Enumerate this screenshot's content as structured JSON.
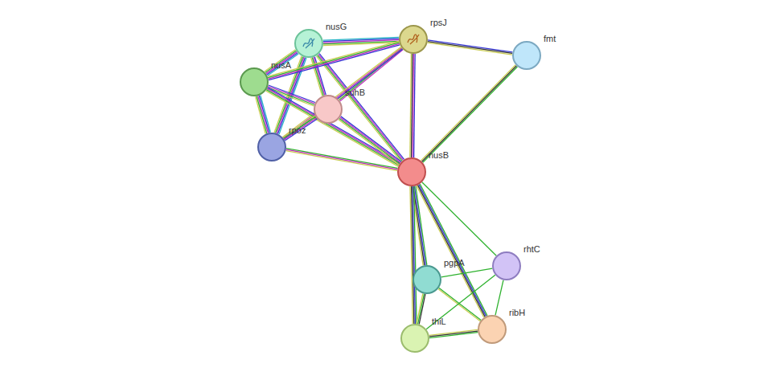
{
  "diagram": {
    "nodes": [
      {
        "text": [
          "nusG"
        ]
      },
      {
        "text": [
          "rpsJ"
        ]
      },
      {
        "text": [
          "fmt"
        ]
      },
      {
        "text": [
          "nusA"
        ]
      },
      {
        "text": [
          "suhB"
        ]
      },
      {
        "text": [
          "rpoz"
        ]
      },
      {
        "text": [
          "nusB"
        ]
      },
      {
        "text": [
          "rhtC"
        ]
      },
      {
        "text": [
          "pgpA"
        ]
      },
      {
        "text": [
          "ribH"
        ]
      },
      {
        "text": [
          "thiL"
        ]
      }
    ],
    "edges": [
      {
        "from": 0,
        "to": 1,
        "arrow": "none"
      },
      {
        "from": 0,
        "to": 3,
        "arrow": "none"
      },
      {
        "from": 0,
        "to": 4,
        "arrow": "none"
      },
      {
        "from": 0,
        "to": 5,
        "arrow": "none"
      },
      {
        "from": 0,
        "to": 6,
        "arrow": "none"
      },
      {
        "from": 1,
        "to": 3,
        "arrow": "none"
      },
      {
        "from": 1,
        "to": 4,
        "arrow": "none"
      },
      {
        "from": 1,
        "to": 5,
        "arrow": "none"
      },
      {
        "from": 1,
        "to": 2,
        "arrow": "none"
      },
      {
        "from": 1,
        "to": 6,
        "arrow": "none"
      },
      {
        "from": 2,
        "to": 6,
        "arrow": "none"
      },
      {
        "from": 3,
        "to": 4,
        "arrow": "none"
      },
      {
        "from": 3,
        "to": 5,
        "arrow": "none"
      },
      {
        "from": 3,
        "to": 6,
        "arrow": "none"
      },
      {
        "from": 4,
        "to": 5,
        "arrow": "none"
      },
      {
        "from": 4,
        "to": 6,
        "arrow": "none"
      },
      {
        "from": 5,
        "to": 6,
        "arrow": "none"
      },
      {
        "from": 6,
        "to": 8,
        "arrow": "none"
      },
      {
        "from": 6,
        "to": 10,
        "arrow": "none"
      },
      {
        "from": 6,
        "to": 9,
        "arrow": "none"
      },
      {
        "from": 6,
        "to": 7,
        "arrow": "none"
      },
      {
        "from": 8,
        "to": 10,
        "arrow": "none"
      },
      {
        "from": 8,
        "to": 9,
        "arrow": "none"
      },
      {
        "from": 8,
        "to": 7,
        "arrow": "none"
      },
      {
        "from": 7,
        "to": 10,
        "arrow": "none"
      },
      {
        "from": 7,
        "to": 9,
        "arrow": "none"
      },
      {
        "from": 10,
        "to": 9,
        "arrow": "none"
      }
    ]
  }
}
